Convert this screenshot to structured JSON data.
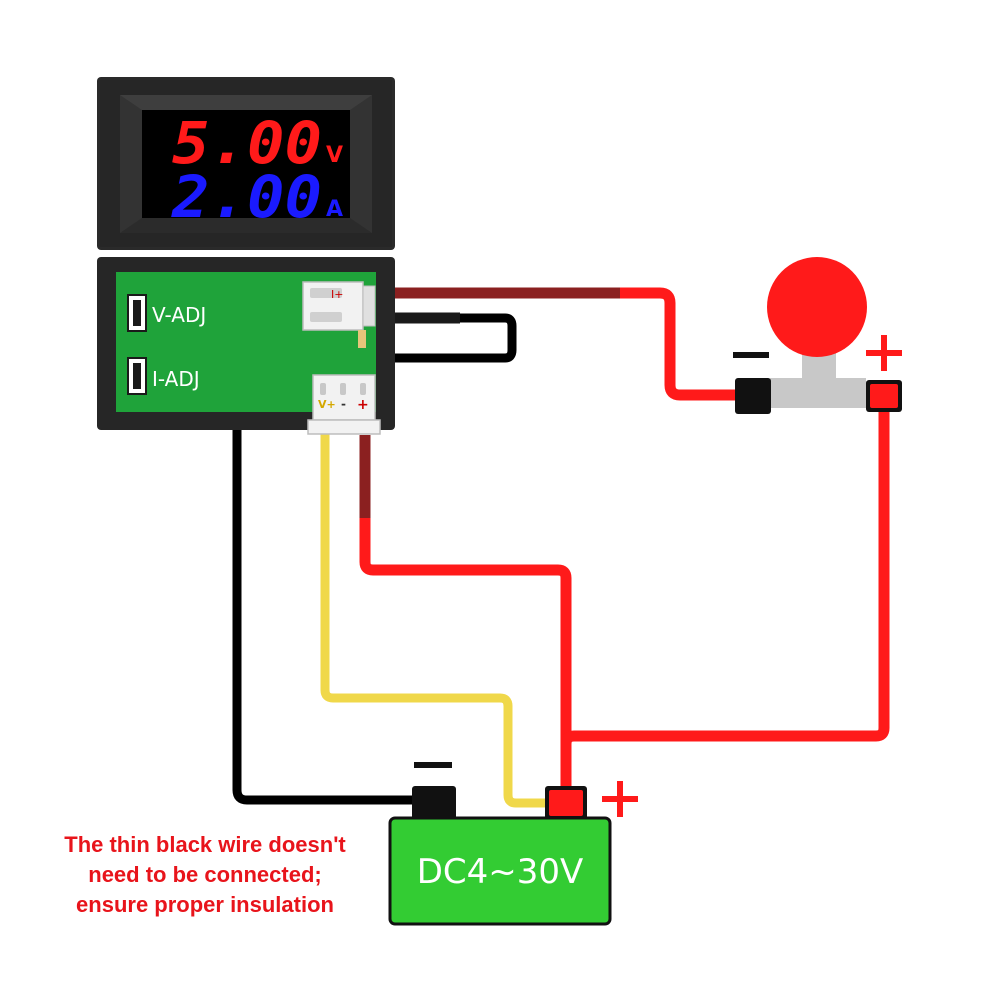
{
  "meter": {
    "voltage_value": "5.00",
    "voltage_unit": "V",
    "current_value": "2.00",
    "current_unit": "A",
    "voltage_color": "#ff1a1a",
    "current_color": "#1a1aff",
    "v_adj_label": "V-ADJ",
    "i_adj_label": "I-ADJ",
    "connector_top": {
      "pin1": "I+",
      "pin2": ""
    },
    "connector_bottom": {
      "pin_v": "V+",
      "pin_minus": "-",
      "pin_plus": "+"
    }
  },
  "load": {
    "minus_label": "−",
    "plus_label": "+"
  },
  "battery": {
    "label": "DC4~30V",
    "minus_label": "−",
    "plus_label": "+",
    "color": "#33cc33"
  },
  "wire_colors": {
    "red": "#ff1a1a",
    "dark_red": "#8b2020",
    "black": "#000000",
    "yellow": "#f0d84a",
    "gray": "#c8c8c8"
  },
  "note": {
    "lines": [
      "The thin black wire doesn't",
      "need to be connected;",
      "ensure proper insulation"
    ],
    "color": "#e8141b"
  }
}
